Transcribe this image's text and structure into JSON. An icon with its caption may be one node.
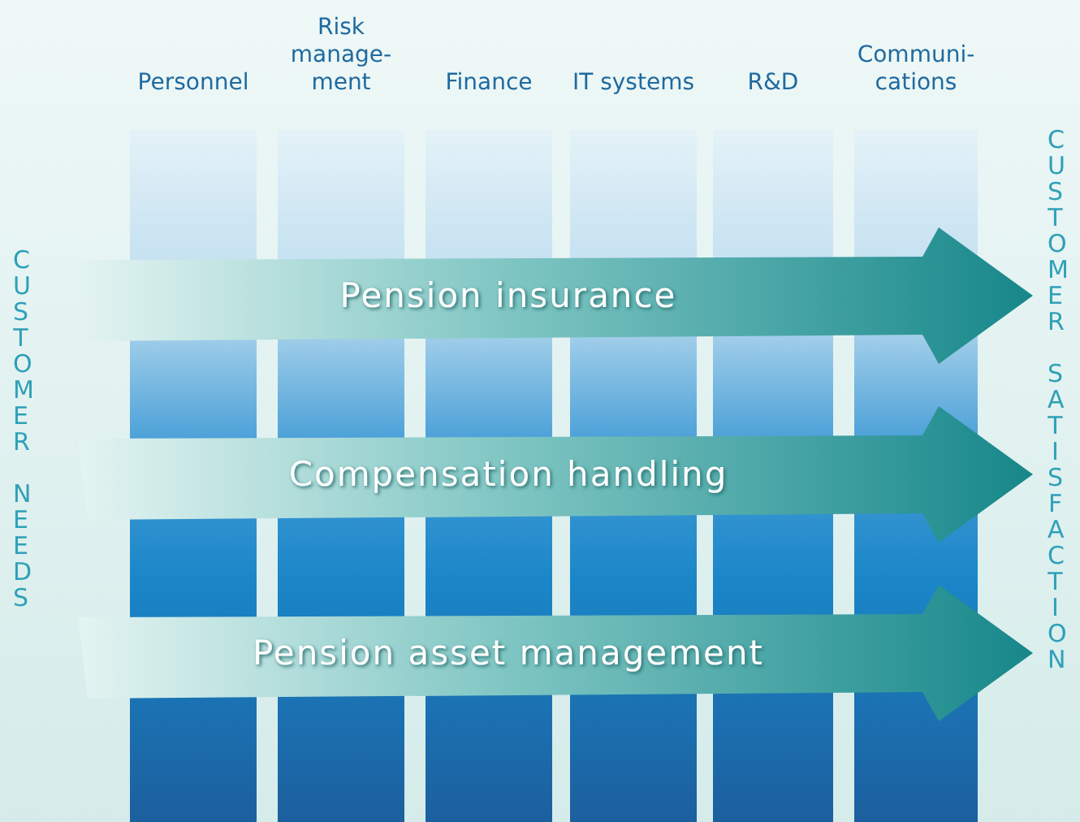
{
  "diagram": {
    "nodes": [
      {
        "text": [
          "Pension insurance"
        ]
      },
      {
        "text": [
          "Compensation handling"
        ]
      },
      {
        "text": [
          "Pension asset management"
        ]
      }
    ],
    "edges": [],
    "labels": [
      "Personnel",
      "Risk manage-ment",
      "Finance",
      "IT systems",
      "R&D",
      "Communi-cations",
      "CUSTOMER NEEDS",
      "CUSTOMER SATISFACTION"
    ]
  }
}
